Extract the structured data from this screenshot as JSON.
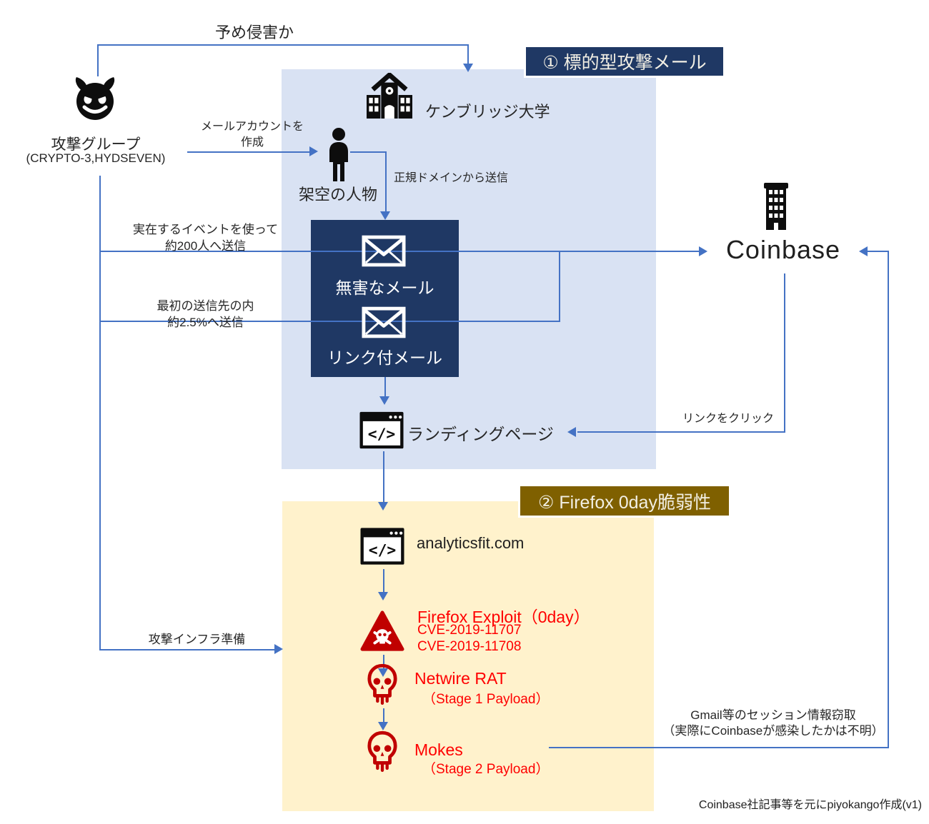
{
  "colors": {
    "accent_blue": "#4472C4",
    "navy": "#1F3864",
    "light_blue_region": "#D9E2F3",
    "yellow_region": "#FFF2CC",
    "olive": "#7F6000",
    "red_text": "#FF0000",
    "dark_red_icon": "#C00000"
  },
  "sections": {
    "phase1": {
      "label": "① 標的型攻撃メール"
    },
    "phase2": {
      "label": "② Firefox 0day脆弱性"
    }
  },
  "nodes": {
    "attacker": {
      "label": "攻撃グループ",
      "sub": "(CRYPTO-3,HYDSEVEN)",
      "icon": "devil-icon"
    },
    "university": {
      "label": "ケンブリッジ大学",
      "icon": "school-icon"
    },
    "fictional_person": {
      "label": "架空の人物",
      "icon": "person-icon"
    },
    "harmless_mail": {
      "label": "無害なメール",
      "icon": "envelope-icon"
    },
    "link_mail": {
      "label": "リンク付メール",
      "icon": "envelope-icon"
    },
    "coinbase": {
      "label": "Coinbase",
      "icon": "office-building-icon"
    },
    "landing_page": {
      "label": "ランディングページ",
      "icon": "code-window-icon"
    },
    "exploit_site": {
      "label": "analyticsfit.com",
      "icon": "code-window-icon"
    },
    "firefox_exploit": {
      "label": "Firefox Exploit（0day）",
      "cve1": "CVE-2019-11707",
      "cve2": "CVE-2019-11708",
      "icon": "warning-skull-icon"
    },
    "netwire": {
      "label": "Netwire RAT",
      "sub": "（Stage 1 Payload）",
      "icon": "skull-icon"
    },
    "mokes": {
      "label": "Mokes",
      "sub": "（Stage 2 Payload）",
      "icon": "skull-icon"
    }
  },
  "edges": {
    "pre_compromise": "予め侵害か",
    "create_account_line1": "メールアカウントを",
    "create_account_line2": "作成",
    "legit_domain": "正規ドメインから送信",
    "real_event_line1": "実在するイベントを使って",
    "real_event_line2": "約200人へ送信",
    "first_send_line1": "最初の送信先の内",
    "first_send_line2": "約2.5%へ送信",
    "click_link": "リンクをクリック",
    "infra_prep": "攻撃インフラ準備",
    "session_steal_line1": "Gmail等のセッション情報窃取",
    "session_steal_line2": "（実際にCoinbaseが感染したかは不明）"
  },
  "credit": "Coinbase社記事等を元にpiyokango作成(v1)"
}
